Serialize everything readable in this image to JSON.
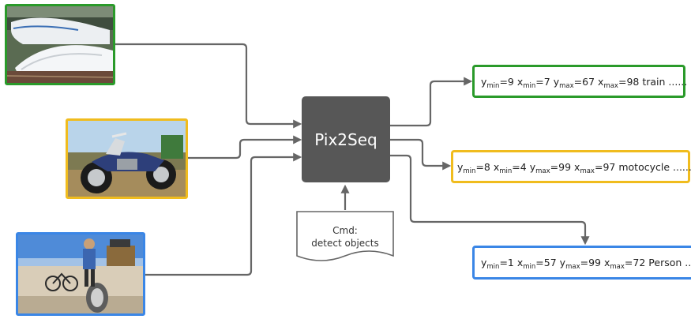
{
  "model": {
    "label": "Pix2Seq"
  },
  "command": {
    "line1": "Cmd:",
    "line2": "detect objects"
  },
  "inputs": [
    {
      "subject": "bullet trains",
      "border_color": "#2a9a2a"
    },
    {
      "subject": "motorcycle",
      "border_color": "#f0bc1e"
    },
    {
      "subject": "person riding bicycle",
      "border_color": "#3a86e6"
    }
  ],
  "outputs": [
    {
      "border_color": "#2a9a2a",
      "ymin_label": "y",
      "ymin_sub": "min",
      "ymin_val": "=9",
      "xmin_label": "x",
      "xmin_sub": "min",
      "xmin_val": "=7",
      "ymax_label": "y",
      "ymax_sub": "max",
      "ymax_val": "=67",
      "xmax_label": "x",
      "xmax_sub": "max",
      "xmax_val": "=98",
      "class_label": "train ......"
    },
    {
      "border_color": "#f0bc1e",
      "ymin_label": "y",
      "ymin_sub": "min",
      "ymin_val": "=8",
      "xmin_label": "x",
      "xmin_sub": "min",
      "xmin_val": "=4",
      "ymax_label": "y",
      "ymax_sub": "max",
      "ymax_val": "=99",
      "xmax_label": "x",
      "xmax_sub": "max",
      "xmax_val": "=97",
      "class_label": "motocycle ......"
    },
    {
      "border_color": "#3a86e6",
      "ymin_label": "y",
      "ymin_sub": "min",
      "ymin_val": "=1",
      "xmin_label": "x",
      "xmin_sub": "min",
      "xmin_val": "=57",
      "ymax_label": "y",
      "ymax_sub": "max",
      "ymax_val": "=99",
      "xmax_label": "x",
      "xmax_sub": "max",
      "xmax_val": "=72",
      "class_label": "Person ......"
    }
  ],
  "colors": {
    "connector": "#666666",
    "model_fill": "#575757"
  }
}
